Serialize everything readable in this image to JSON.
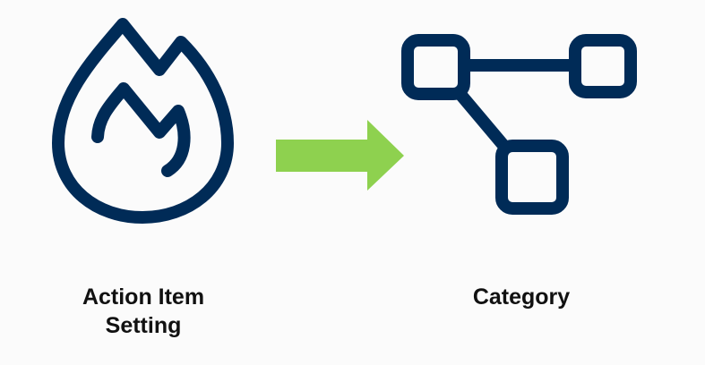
{
  "source": {
    "label_line1": "Action Item",
    "label_line2": "Setting",
    "icon": "flame-icon"
  },
  "target": {
    "label": "Category",
    "icon": "hierarchy-nodes-icon"
  },
  "arrow": {
    "icon": "arrow-right-icon"
  },
  "colors": {
    "icon": "#002b57",
    "arrow": "#8ed14f",
    "background": "#fbfbfb"
  }
}
